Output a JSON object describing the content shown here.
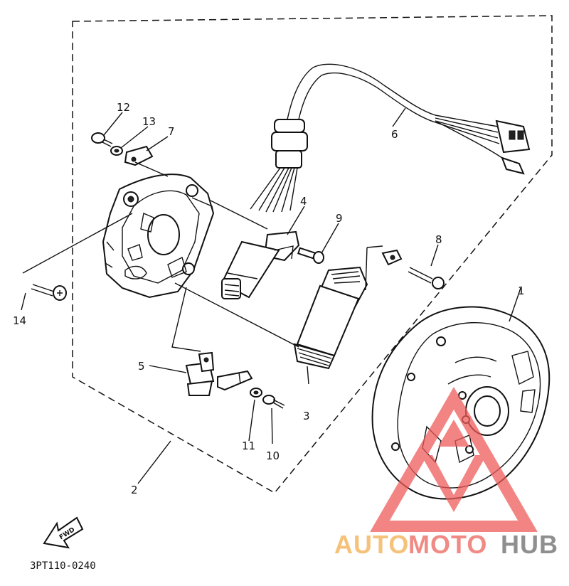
{
  "diagram": {
    "callouts": [
      {
        "id": "c1",
        "text": "1"
      },
      {
        "id": "c2",
        "text": "2"
      },
      {
        "id": "c3",
        "text": "3"
      },
      {
        "id": "c4",
        "text": "4"
      },
      {
        "id": "c5",
        "text": "5"
      },
      {
        "id": "c6",
        "text": "6"
      },
      {
        "id": "c7",
        "text": "7"
      },
      {
        "id": "c8",
        "text": "8"
      },
      {
        "id": "c9",
        "text": "9"
      },
      {
        "id": "c10",
        "text": "10"
      },
      {
        "id": "c11",
        "text": "11"
      },
      {
        "id": "c12",
        "text": "12"
      },
      {
        "id": "c13",
        "text": "13"
      },
      {
        "id": "c14",
        "text": "14"
      }
    ],
    "direction_label": "FWD",
    "drawing_code": "3PT110-0240"
  },
  "watermark": {
    "part1": "AUTO",
    "part2": "MOTO",
    "part3": "HUB",
    "colors": {
      "auto": "#f6c27a",
      "moto": "#f08a84",
      "hub": "#8f8f8f",
      "logo": "#ef5b5b"
    }
  }
}
